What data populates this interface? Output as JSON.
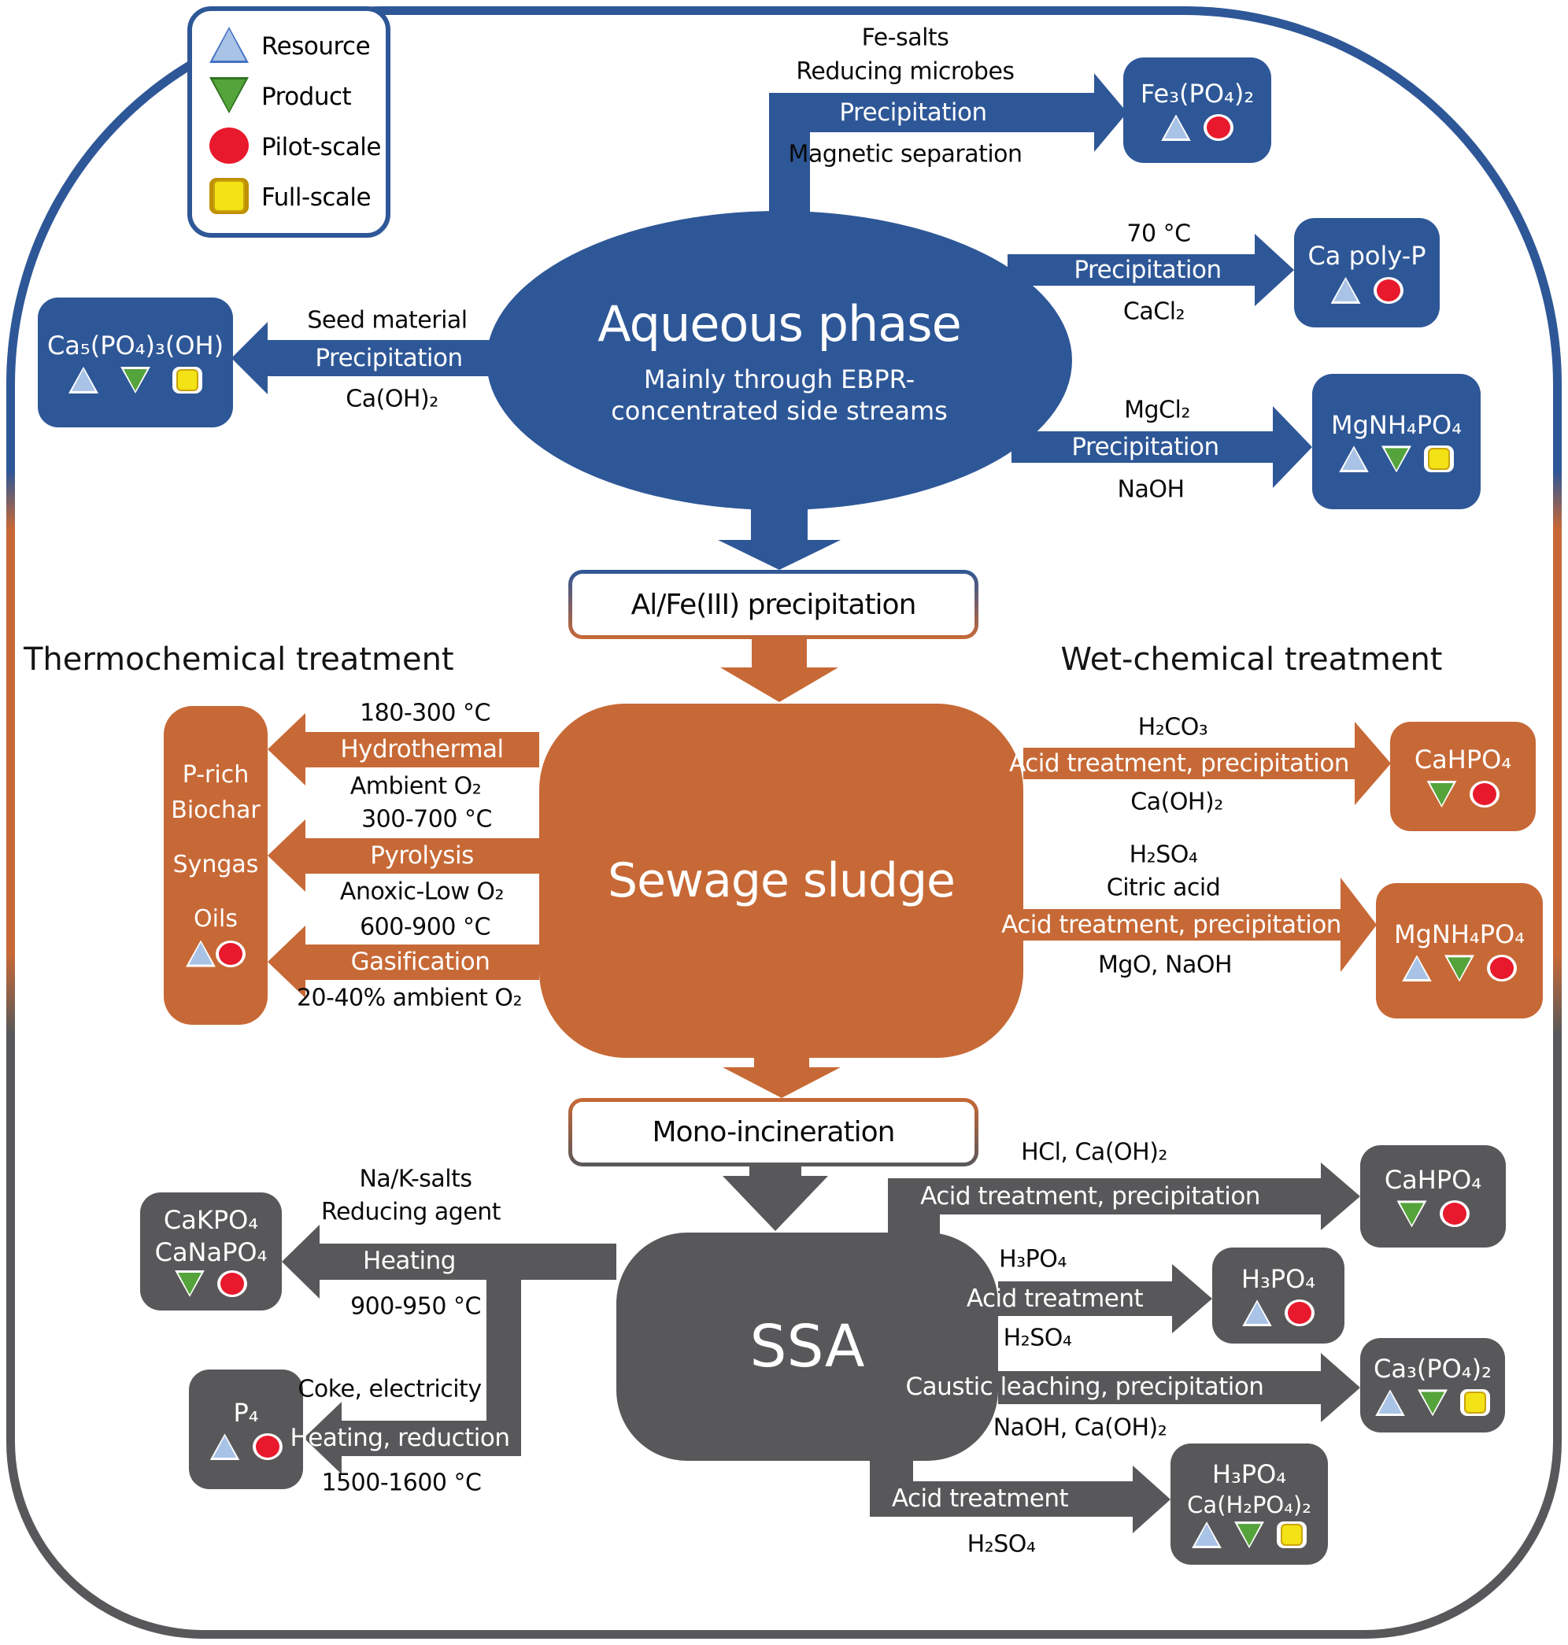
{
  "colors": {
    "blue": "#2E5797",
    "orange": "#C76936",
    "gray": "#58585A",
    "red": "#E8192C",
    "green": "#54A33B",
    "lightblue": "#A9C3E6",
    "yellow": "#F3E216"
  },
  "legend": {
    "items": [
      {
        "icon": "resource",
        "label": "Resource"
      },
      {
        "icon": "product",
        "label": "Product"
      },
      {
        "icon": "pilot",
        "label": "Pilot-scale"
      },
      {
        "icon": "full",
        "label": "Full-scale"
      }
    ]
  },
  "aqueous": {
    "title": "Aqueous phase",
    "subtitle_line1": "Mainly through EBPR-",
    "subtitle_line2": "concentrated side streams",
    "connector": "Al/Fe(III) precipitation",
    "fe": {
      "above1": "Fe-salts",
      "above2": "Reducing microbes",
      "on": "Precipitation",
      "below": "Magnetic separation",
      "product": "Fe₃(PO₄)₂",
      "icons": [
        "resource",
        "pilot"
      ]
    },
    "capolyp": {
      "above": "70 °C",
      "on": "Precipitation",
      "below": "CaCl₂",
      "product": "Ca poly-P",
      "icons": [
        "resource",
        "pilot"
      ]
    },
    "struvite": {
      "above": "MgCl₂",
      "on": "Precipitation",
      "below": "NaOH",
      "product": "MgNH₄PO₄",
      "icons": [
        "resource",
        "product",
        "full"
      ]
    },
    "hap": {
      "above": "Seed material",
      "on": "Precipitation",
      "below": "Ca(OH)₂",
      "product": "Ca₅(PO₄)₃(OH)",
      "icons": [
        "resource",
        "product",
        "full"
      ]
    }
  },
  "sludge": {
    "left_heading": "Thermochemical treatment",
    "right_heading": "Wet-chemical treatment",
    "title": "Sewage sludge",
    "connector": "Mono-incineration",
    "products_box": {
      "line1": "P-rich",
      "line2": "Biochar",
      "line3": "Syngas",
      "line4": "Oils",
      "icons": [
        "resource",
        "pilot"
      ]
    },
    "hydrothermal": {
      "above": "180-300 °C",
      "on": "Hydrothermal",
      "below": "Ambient O₂"
    },
    "pyrolysis": {
      "above": "300-700 °C",
      "on": "Pyrolysis",
      "below": "Anoxic-Low O₂"
    },
    "gasification": {
      "above": "600-900 °C",
      "on": "Gasification",
      "below": "20-40% ambient O₂"
    },
    "cahpo4": {
      "above": "H₂CO₃",
      "on": "Acid treatment, precipitation",
      "below": "Ca(OH)₂",
      "product": "CaHPO₄",
      "icons": [
        "product",
        "pilot"
      ]
    },
    "struvite": {
      "above1": "H₂SO₄",
      "above2": "Citric acid",
      "on": "Acid treatment, precipitation",
      "below": "MgO, NaOH",
      "product": "MgNH₄PO₄",
      "icons": [
        "resource",
        "product",
        "pilot"
      ]
    }
  },
  "ssa": {
    "title": "SSA",
    "cakpo4": {
      "above1": "Na/K-salts",
      "above2": "Reducing agent",
      "on": "Heating",
      "below": "900-950 °C",
      "product_line1": "CaKPO₄",
      "product_line2": "CaNaPO₄",
      "icons": [
        "product",
        "pilot"
      ]
    },
    "p4": {
      "above": "Coke, electricity",
      "on": "Heating, reduction",
      "below": "1500-1600 °C",
      "product": "P₄",
      "icons": [
        "resource",
        "pilot"
      ]
    },
    "cahpo4": {
      "above": "HCl, Ca(OH)₂",
      "on": "Acid treatment, precipitation",
      "product": "CaHPO₄",
      "icons": [
        "product",
        "pilot"
      ]
    },
    "h3po4": {
      "above": "H₃PO₄",
      "on": "Acid treatment",
      "below": "H₂SO₄",
      "product": "H₃PO₄",
      "icons": [
        "resource",
        "pilot"
      ]
    },
    "ca3po42": {
      "on": "Caustic leaching, precipitation",
      "below": "NaOH, Ca(OH)₂",
      "product": "Ca₃(PO₄)₂",
      "icons": [
        "resource",
        "product",
        "full"
      ]
    },
    "superphos": {
      "on": "Acid treatment",
      "below": "H₂SO₄",
      "product_line1": "H₃PO₄",
      "product_line2": "Ca(H₂PO₄)₂",
      "icons": [
        "resource",
        "product",
        "full"
      ]
    }
  }
}
